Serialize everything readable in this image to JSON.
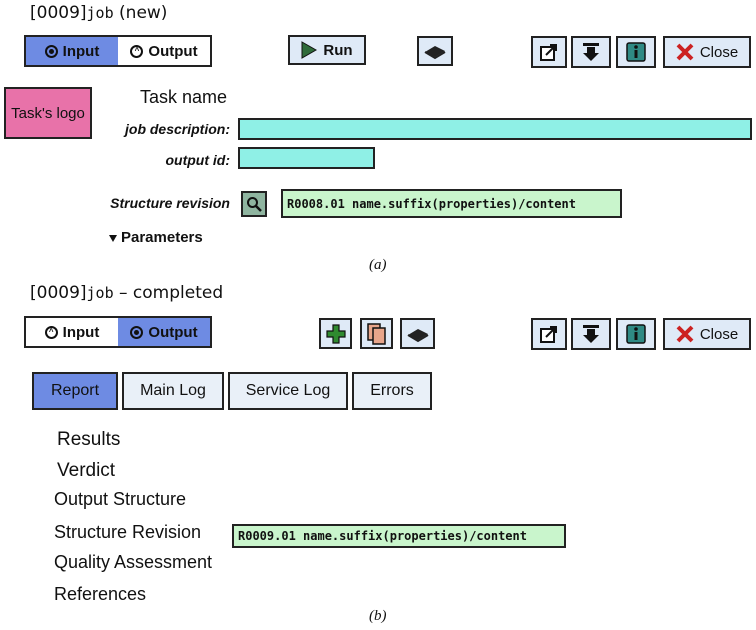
{
  "panel_a": {
    "title_prefix": "[0009]",
    "title_job": "job",
    "title_suffix": "(new)",
    "toggle": {
      "input": "Input",
      "output": "Output",
      "active": "input"
    },
    "run_label": "Run",
    "close_label": "Close",
    "logo_label": "Task's logo",
    "task_name": "Task name",
    "job_description_label": "job description:",
    "output_id_label": "output id:",
    "structure_revision_label": "Structure revision",
    "structure_revision_value": "R0008.01 name.suffix(properties)/content",
    "parameters_label": "Parameters",
    "caption": "(a)"
  },
  "panel_b": {
    "title_prefix": "[0009]",
    "title_job": "job",
    "title_suffix": "– completed",
    "toggle": {
      "input": "Input",
      "output": "Output",
      "active": "output"
    },
    "close_label": "Close",
    "tabs": [
      {
        "label": "Report",
        "active": true
      },
      {
        "label": "Main Log",
        "active": false
      },
      {
        "label": "Service Log",
        "active": false
      },
      {
        "label": "Errors",
        "active": false
      }
    ],
    "report": {
      "results": "Results",
      "verdict": "Verdict",
      "output_structure": "Output Structure",
      "structure_revision": "Structure Revision",
      "structure_revision_value": "R0009.01 name.suffix(properties)/content",
      "quality_assessment": "Quality Assessment",
      "references": "References"
    },
    "caption": "(b)"
  },
  "colors": {
    "toggle_active": "#6e8be3",
    "button_bg": "#dfeaf7",
    "logo_bg": "#e872a9",
    "field_bg": "#8ff0e6",
    "revision_bg": "#c9f5cc",
    "plus_green": "#2f8a2f",
    "close_red": "#cc2222",
    "info_teal": "#2f8a84"
  },
  "icons": [
    "play-icon",
    "book-icon",
    "export-icon",
    "download-icon",
    "info-icon",
    "close-x-icon",
    "search-icon",
    "triangle-down-icon",
    "plus-icon",
    "copy-icon"
  ]
}
